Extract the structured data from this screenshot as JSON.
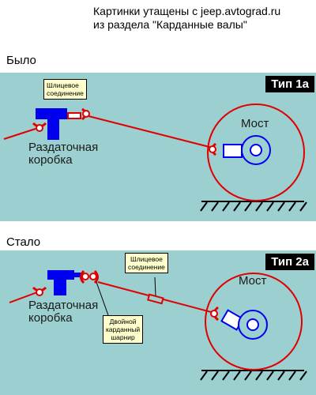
{
  "header": {
    "line1": "Картинки утащены с  jeep.avtograd.ru",
    "line2": "из раздела \"Карданные валы\""
  },
  "section_before": {
    "label": "Было",
    "badge": "Тип 1а",
    "callout_line1": "Шлицевое",
    "callout_line2": "соединение",
    "gearbox_line1": "Раздаточная",
    "gearbox_line2": "коробка",
    "axle_label": "Мост"
  },
  "section_after": {
    "label": "Стало",
    "badge": "Тип 2а",
    "callout_line1": "Шлицевое",
    "callout_line2": "соединение",
    "joint_line1": "Двойной",
    "joint_line2": "карданный",
    "joint_line3": "шарнир",
    "gearbox_line1": "Раздаточная",
    "gearbox_line2": "коробка",
    "axle_label": "Мост"
  },
  "colors": {
    "background": "#9ccfcf",
    "shaft": "#e00000",
    "gearbox": "#0000ee",
    "callout": "#ffffcc",
    "badge": "#000000"
  }
}
